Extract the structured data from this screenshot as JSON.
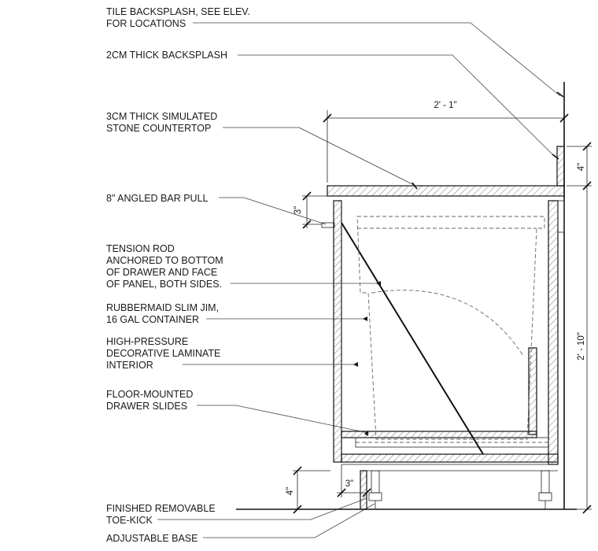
{
  "notes": {
    "tile_backsplash_1": "TILE BACKSPLASH, SEE ELEV.",
    "tile_backsplash_2": "FOR LOCATIONS",
    "backsplash_2cm": "2CM THICK BACKSPLASH",
    "countertop_1": "3CM THICK SIMULATED",
    "countertop_2": "STONE COUNTERTOP",
    "bar_pull": "8\" ANGLED BAR PULL",
    "tension_rod_1": "TENSION ROD",
    "tension_rod_2": "ANCHORED TO BOTTOM",
    "tension_rod_3": "OF DRAWER AND FACE",
    "tension_rod_4": "OF PANEL, BOTH SIDES.",
    "container_1": "RUBBERMAID SLIM JIM,",
    "container_2": "16 GAL CONTAINER",
    "laminate_1": "HIGH-PRESSURE",
    "laminate_2": "DECORATIVE LAMINATE",
    "laminate_3": "INTERIOR",
    "slides_1": "FLOOR-MOUNTED",
    "slides_2": "DRAWER SLIDES",
    "toekick_1": "FINISHED REMOVABLE",
    "toekick_2": "TOE-KICK",
    "base": "ADJUSTABLE BASE"
  },
  "dimensions": {
    "overall_depth": "2' - 1\"",
    "backsplash_height": "4\"",
    "overall_height": "2' - 10\"",
    "pull_offset": "3\"",
    "toekick_height": "4\"",
    "toekick_setback": "3\""
  }
}
